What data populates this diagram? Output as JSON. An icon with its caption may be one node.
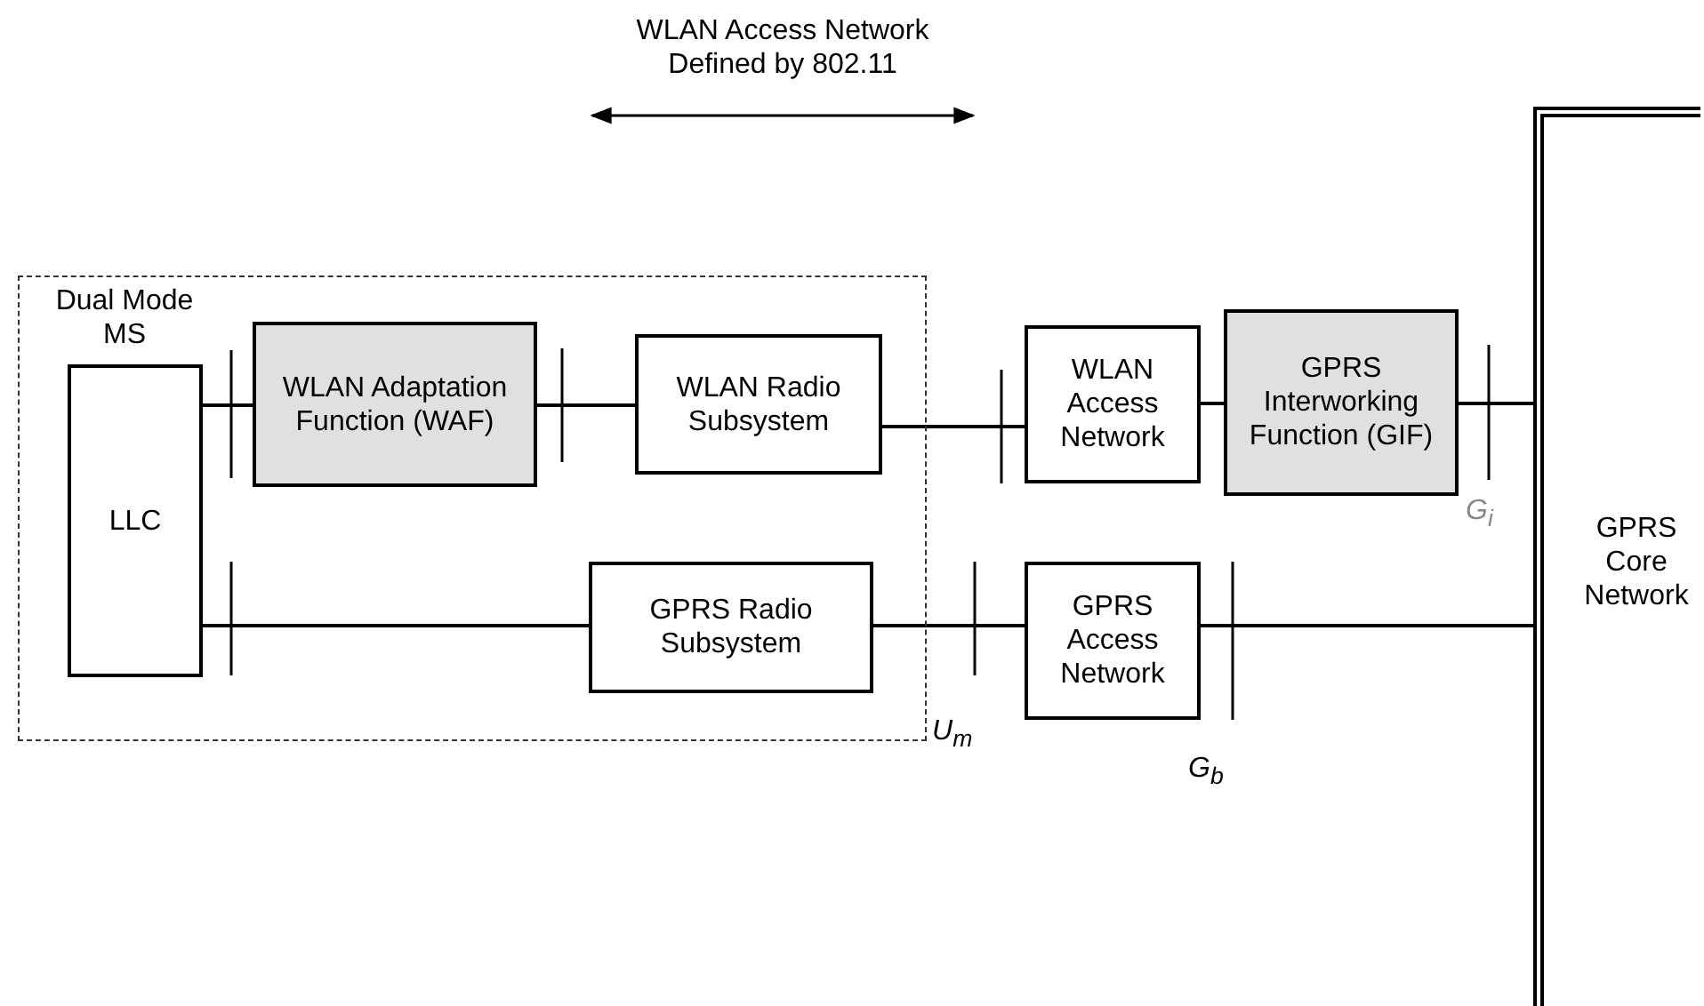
{
  "diagram": {
    "nodes": [
      {
        "text": [
          "Dual Mode MS"
        ]
      },
      {
        "text": [
          "LLC"
        ],
        "in": 0
      },
      {
        "text": [
          "WLAN Adaptation Function (WAF)"
        ],
        "in": 0
      },
      {
        "text": [
          "WLAN Radio Subsystem"
        ],
        "in": 0
      },
      {
        "text": [
          "GPRS Radio Subsystem"
        ],
        "in": 0
      },
      {
        "text": [
          "WLAN Access Network"
        ]
      },
      {
        "text": [
          "GPRS Interworking Function (GIF)"
        ]
      },
      {
        "text": [
          "GPRS Core Network"
        ]
      },
      {
        "text": [
          "GPRS Access Network"
        ]
      }
    ],
    "edges": [
      {
        "from": 1,
        "to": 2,
        "arrow": "none"
      },
      {
        "from": 2,
        "to": 3,
        "arrow": "none"
      },
      {
        "from": 3,
        "to": 5,
        "arrow": "none"
      },
      {
        "from": 5,
        "to": 6,
        "arrow": "none"
      },
      {
        "from": 6,
        "to": 7,
        "arrow": "none"
      },
      {
        "from": 1,
        "to": 4,
        "arrow": "none"
      },
      {
        "from": 4,
        "to": 8,
        "arrow": "none"
      },
      {
        "from": 8,
        "to": 7,
        "arrow": "none"
      }
    ],
    "labels": [
      "WLAN Access Network Defined by 802.11",
      "G$_{i}$",
      "U$_{m}$",
      "G$_{b}$"
    ]
  }
}
